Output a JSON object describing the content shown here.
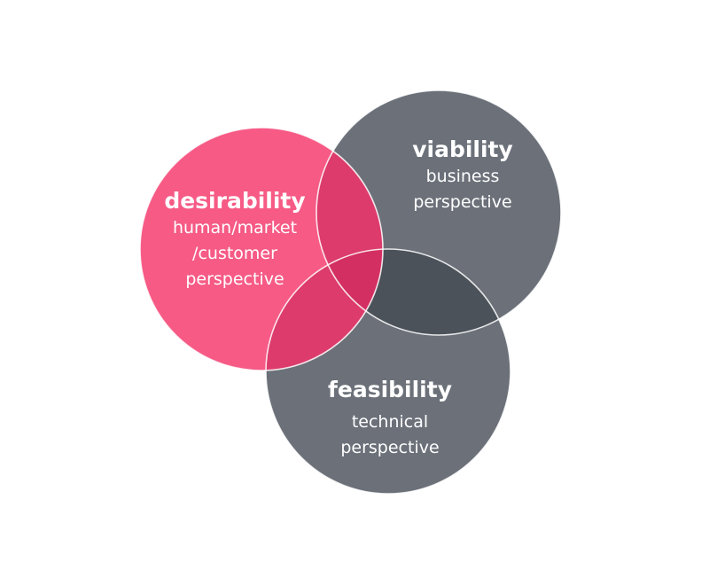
{
  "colors": {
    "pink": "#f65a85",
    "gray": "#6b7079",
    "pink_overlap": "#dc3b6b",
    "gray_overlap": "#4c525a",
    "center": "#d32f62"
  },
  "circles": {
    "desirability": {
      "title": "desirability",
      "lines": [
        "human/market",
        "/customer",
        "perspective"
      ]
    },
    "viability": {
      "title": "viability",
      "lines": [
        "business",
        "perspective"
      ]
    },
    "feasibility": {
      "title": "feasibility",
      "lines": [
        "technical",
        "perspective"
      ]
    }
  }
}
